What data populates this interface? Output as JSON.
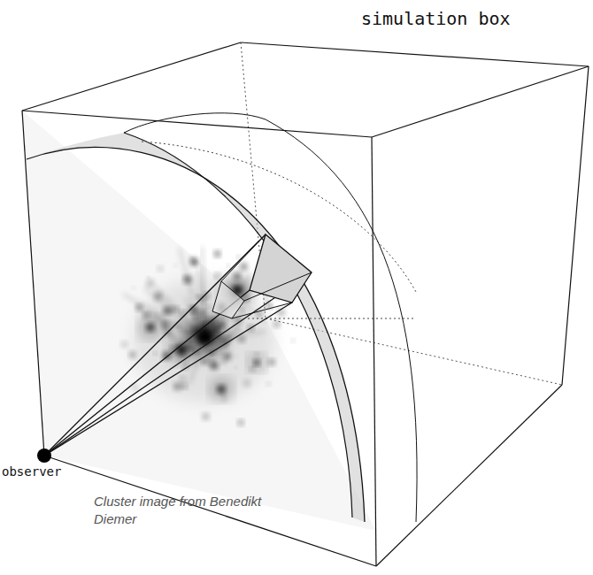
{
  "diagram": {
    "labels": [
      "simulation box",
      "observer",
      "Cluster image from Benedikt Diemer"
    ]
  }
}
